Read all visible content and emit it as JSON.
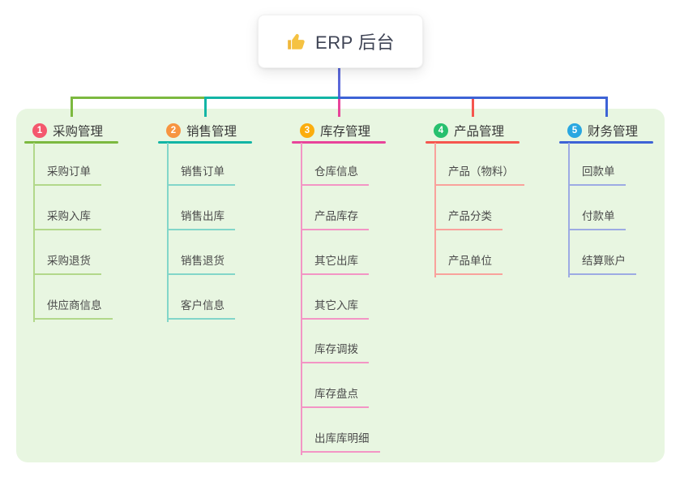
{
  "root": {
    "icon": "thumbs-up-icon",
    "label": "ERP 后台"
  },
  "branches": [
    {
      "num": "1",
      "label": "采购管理",
      "color": "#7cb93f",
      "tint": "#b2d88a",
      "badge_color": "#f4586d",
      "children": [
        "采购订单",
        "采购入库",
        "采购退货",
        "供应商信息"
      ]
    },
    {
      "num": "2",
      "label": "销售管理",
      "color": "#12b5a5",
      "tint": "#82d6c9",
      "badge_color": "#f79440",
      "children": [
        "销售订单",
        "销售出库",
        "销售退货",
        "客户信息"
      ]
    },
    {
      "num": "3",
      "label": "库存管理",
      "color": "#e8449a",
      "tint": "#f395c5",
      "badge_color": "#fbad0e",
      "children": [
        "仓库信息",
        "产品库存",
        "其它出库",
        "其它入库",
        "库存调拨",
        "库存盘点",
        "出库库明细"
      ]
    },
    {
      "num": "4",
      "label": "产品管理",
      "color": "#f5564e",
      "tint": "#f9a29c",
      "badge_color": "#27c06e",
      "children": [
        "产品（物料）",
        "产品分类",
        "产品单位"
      ]
    },
    {
      "num": "5",
      "label": "财务管理",
      "color": "#3d63d6",
      "tint": "#9dabe3",
      "badge_color": "#29a7e1",
      "children": [
        "回款单",
        "付款单",
        "结算账户"
      ]
    }
  ],
  "colors": {
    "page_bg": "#ffffff",
    "canvas_bg": "#e8f6e1",
    "root_line": "#5b68d9",
    "root_text": "#3e4354",
    "branch_text": "#393939",
    "child_text": "#4a4a4a",
    "thumb_icon": "#f5c242"
  }
}
